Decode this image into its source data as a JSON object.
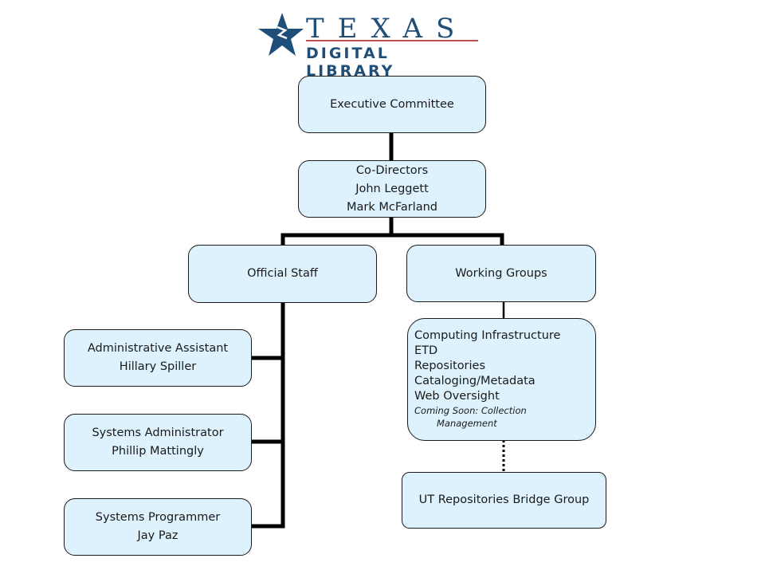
{
  "logo": {
    "word": "TEXAS",
    "sub": "DIGITAL LIBRARY",
    "colors": {
      "navy": "#1f4e79",
      "rule": "#c0504d"
    }
  },
  "org": {
    "executive": "Executive Committee",
    "codirectors": {
      "title": "Co-Directors",
      "names": [
        "John Leggett",
        "Mark McFarland"
      ]
    },
    "official_staff": {
      "label": "Official Staff",
      "members": [
        {
          "role": "Administrative Assistant",
          "name": "Hillary Spiller"
        },
        {
          "role": "Systems Administrator",
          "name": "Phillip Mattingly"
        },
        {
          "role": "Systems Programmer",
          "name": "Jay Paz"
        }
      ]
    },
    "working_groups": {
      "label": "Working Groups",
      "items": [
        "Computing Infrastructure",
        "ETD",
        "Repositories",
        "Cataloging/Metadata",
        "Web Oversight"
      ],
      "coming_soon": "Coming Soon:  Collection",
      "coming_soon_cont": "Management"
    },
    "bridge": "UT Repositories Bridge Group"
  },
  "colors": {
    "box_fill": "#ddf2fd",
    "line": "#000000"
  }
}
